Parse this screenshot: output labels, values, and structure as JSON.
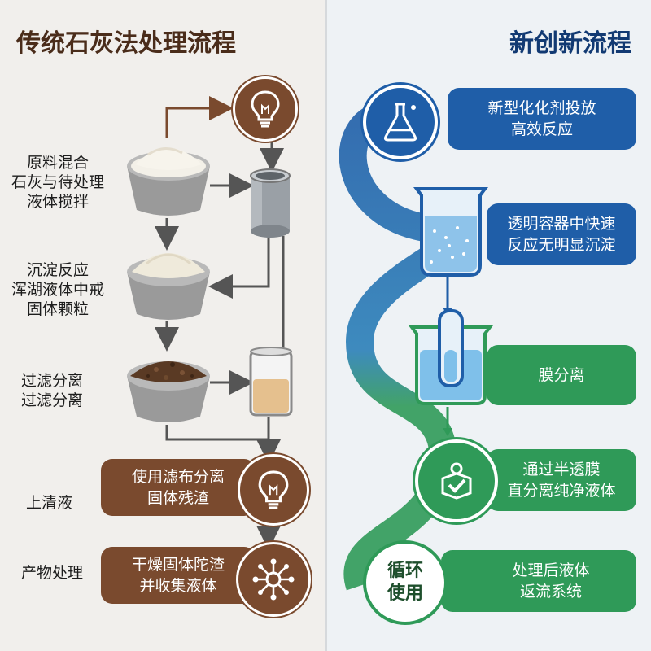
{
  "left": {
    "title": "传统石灰法处理流程",
    "steps": [
      {
        "line1": "原料混合",
        "line2": "石灰与待处理",
        "line3": "液体搅拌"
      },
      {
        "line1": "沉淀反应",
        "line2": "浑湖液体中戒",
        "line3": "固体颗粒"
      },
      {
        "line1": "过滤分离",
        "line2": "过滤分离"
      }
    ],
    "supernatant_label": "上清液",
    "product_label": "产物处理",
    "box1": {
      "line1": "使用滤布分离",
      "line2": "固体残渣"
    },
    "box2": {
      "line1": "干燥固体陀渣",
      "line2": "并收集液体"
    },
    "colors": {
      "brown": "#7a4a2e",
      "arrow": "#555555"
    }
  },
  "right": {
    "title": "新创新流程",
    "box1": {
      "line1": "新型化化剂投放",
      "line2": "高效反应"
    },
    "box2": {
      "line1": "透明容器中快速",
      "line2": "反应无明显沉淀"
    },
    "box3": {
      "line1": "膜分离"
    },
    "box4": {
      "line1": "通过半透膜",
      "line2": "直分离纯净液体"
    },
    "recycle": {
      "line1": "循环",
      "line2": "使用"
    },
    "box5": {
      "line1": "处理后液体",
      "line2": "返流系统"
    },
    "colors": {
      "blue": "#1f5ea8",
      "green": "#2f9a58"
    }
  }
}
